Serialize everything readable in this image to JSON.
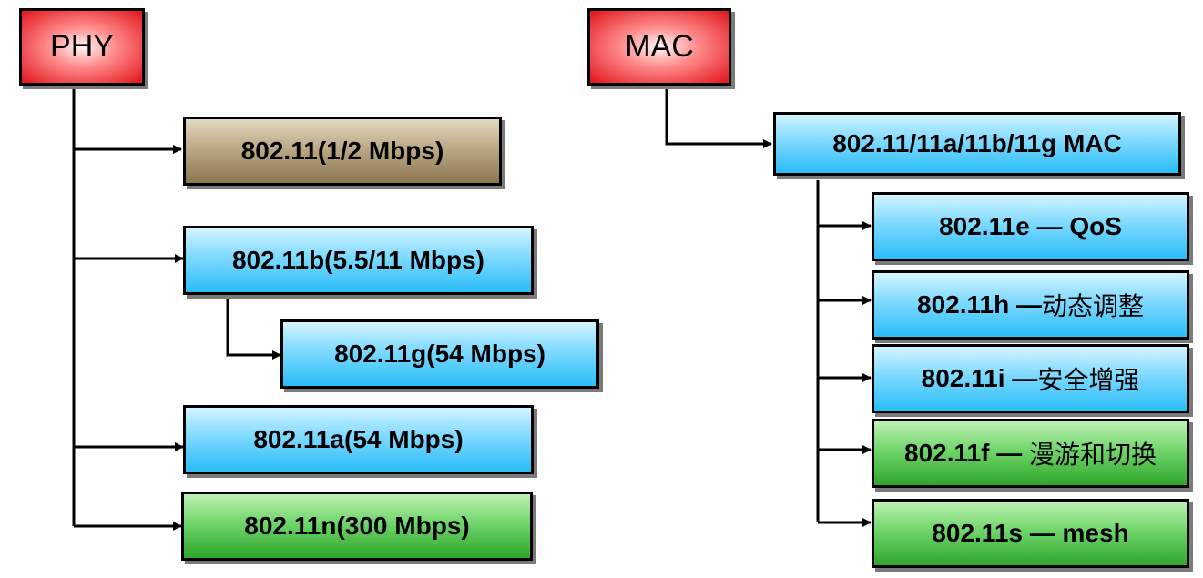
{
  "phy": {
    "label": "PHY",
    "children": [
      "802.11(1/2 Mbps)",
      "802.11b(5.5/11 Mbps)",
      "802.11g(54 Mbps)",
      "802.11a(54 Mbps)",
      "802.11n(300 Mbps)"
    ]
  },
  "mac": {
    "label": "MAC",
    "base": "802.11/11a/11b/11g MAC",
    "children": [
      {
        "code": "802.11e",
        "sep": " — ",
        "desc": "QoS"
      },
      {
        "code": "802.11h",
        "sep": " —",
        "desc": "动态调整"
      },
      {
        "code": "802.11i",
        "sep": " —",
        "desc": "安全增强"
      },
      {
        "code": "802.11f",
        "sep": " — ",
        "desc": "漫游和切换"
      },
      {
        "code": "802.11s",
        "sep": " — ",
        "desc": "mesh"
      }
    ]
  }
}
